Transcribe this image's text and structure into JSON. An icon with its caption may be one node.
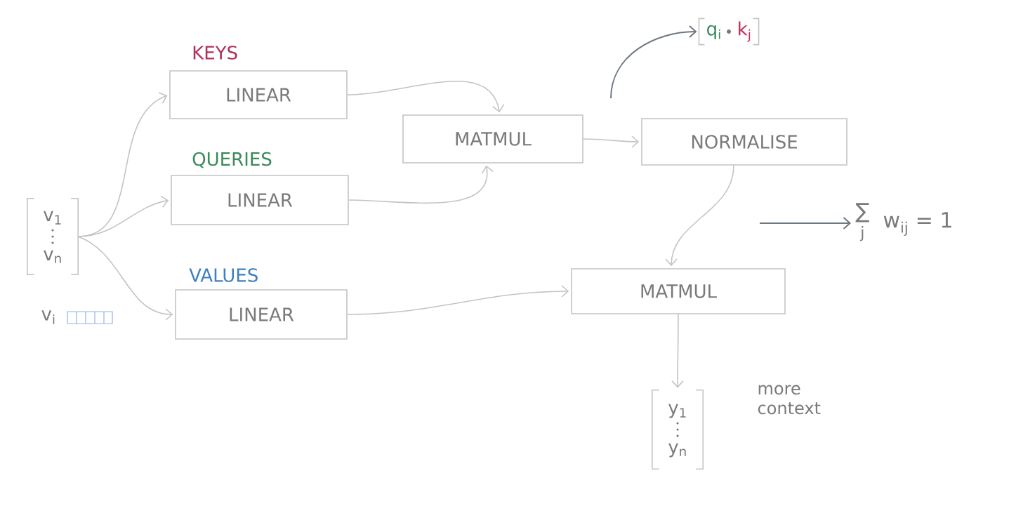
{
  "diagram": {
    "nodes": [
      {
        "text": [
          "v$_{1}$",
          "v$_{n}$"
        ]
      },
      {
        "text": [
          "KEYS",
          "LINEAR"
        ]
      },
      {
        "text": [
          "QUERIES",
          "LINEAR"
        ]
      },
      {
        "text": [
          "VALUES",
          "LINEAR"
        ]
      },
      {
        "text": [
          "MATMUL"
        ]
      },
      {
        "text": [
          "NORMALISE"
        ]
      },
      {
        "text": [
          "MATMUL"
        ]
      },
      {
        "text": [
          "y$_{1}$",
          "y$_{n}$"
        ],
        "beside": [
          "more context"
        ]
      },
      {
        "text": [
          "q$_{i}$",
          "k$_{j}$"
        ]
      },
      {
        "text": [
          "∑",
          "j",
          "w$_{ij}$ = 1"
        ]
      }
    ],
    "edges": [
      {
        "from": 0,
        "to": 1,
        "arrow": "to"
      },
      {
        "from": 0,
        "to": 2,
        "arrow": "to"
      },
      {
        "from": 0,
        "to": 3,
        "arrow": "to"
      },
      {
        "from": 1,
        "to": 4,
        "arrow": "to"
      },
      {
        "from": 2,
        "to": 4,
        "arrow": "to"
      },
      {
        "from": 4,
        "to": 5,
        "arrow": "to"
      },
      {
        "from": 5,
        "to": 6,
        "arrow": "to"
      },
      {
        "from": 3,
        "to": 6,
        "arrow": "to"
      },
      {
        "from": 6,
        "to": 7,
        "arrow": "to"
      },
      {
        "from": null,
        "to": 8,
        "arrow": "to",
        "color": "#6e7880"
      },
      {
        "from": null,
        "to": 9,
        "arrow": "to",
        "color": "#6e7880"
      }
    ],
    "labels": [
      "v$_{i}$"
    ]
  }
}
